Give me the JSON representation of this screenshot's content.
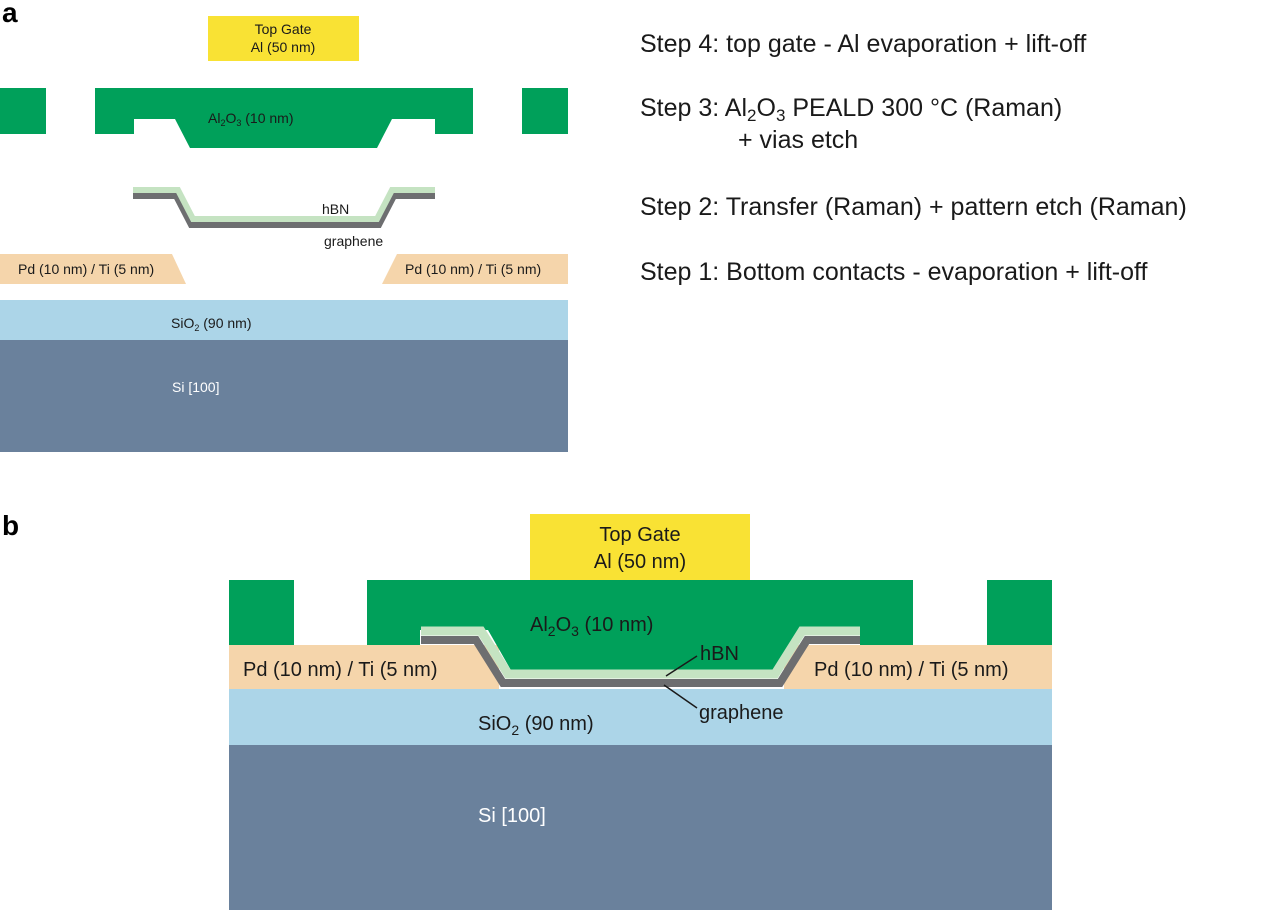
{
  "colors": {
    "top_gate": "#f9e234",
    "al2o3": "#00a05a",
    "hbn": "#c5e3c2",
    "graphene": "#6d6e70",
    "contact": "#f5d5ab",
    "sio2": "#acd5e8",
    "si": "#6a819c"
  },
  "panel_a": {
    "label": "a",
    "top_gate": {
      "line1": "Top Gate",
      "line2": "Al (50 nm)"
    },
    "al2o3": {
      "prefix": "Al",
      "sub1": "2",
      "mid": "O",
      "sub2": "3",
      "suffix": " (10 nm)"
    },
    "hbn": "hBN",
    "graphene": "graphene",
    "contact_left": "Pd (10 nm) / Ti (5 nm)",
    "contact_right": "Pd (10 nm) / Ti (5 nm)",
    "sio2": {
      "prefix": "SiO",
      "sub": "2",
      "suffix": " (90 nm)"
    },
    "si": "Si [100]"
  },
  "steps": {
    "step4": "Step 4: top gate - Al evaporation + lift-off",
    "step3": {
      "prefix": "Step 3: Al",
      "sub1": "2",
      "mid": "O",
      "sub2": "3",
      "suffix": " PEALD 300 °C (Raman)",
      "line2": "+ vias etch"
    },
    "step2": "Step 2: Transfer (Raman) + pattern etch (Raman)",
    "step1": "Step 1: Bottom contacts - evaporation + lift-off"
  },
  "panel_b": {
    "label": "b",
    "top_gate": {
      "line1": "Top Gate",
      "line2": "Al (50 nm)"
    },
    "al2o3": {
      "prefix": "Al",
      "sub1": "2",
      "mid": "O",
      "sub2": "3",
      "suffix": " (10 nm)"
    },
    "hbn": "hBN",
    "graphene": "graphene",
    "contact_left": "Pd (10 nm) / Ti (5 nm)",
    "contact_right": "Pd (10 nm) / Ti (5 nm)",
    "sio2": {
      "prefix": "SiO",
      "sub": "2",
      "suffix": " (90 nm)"
    },
    "si": "Si [100]"
  }
}
